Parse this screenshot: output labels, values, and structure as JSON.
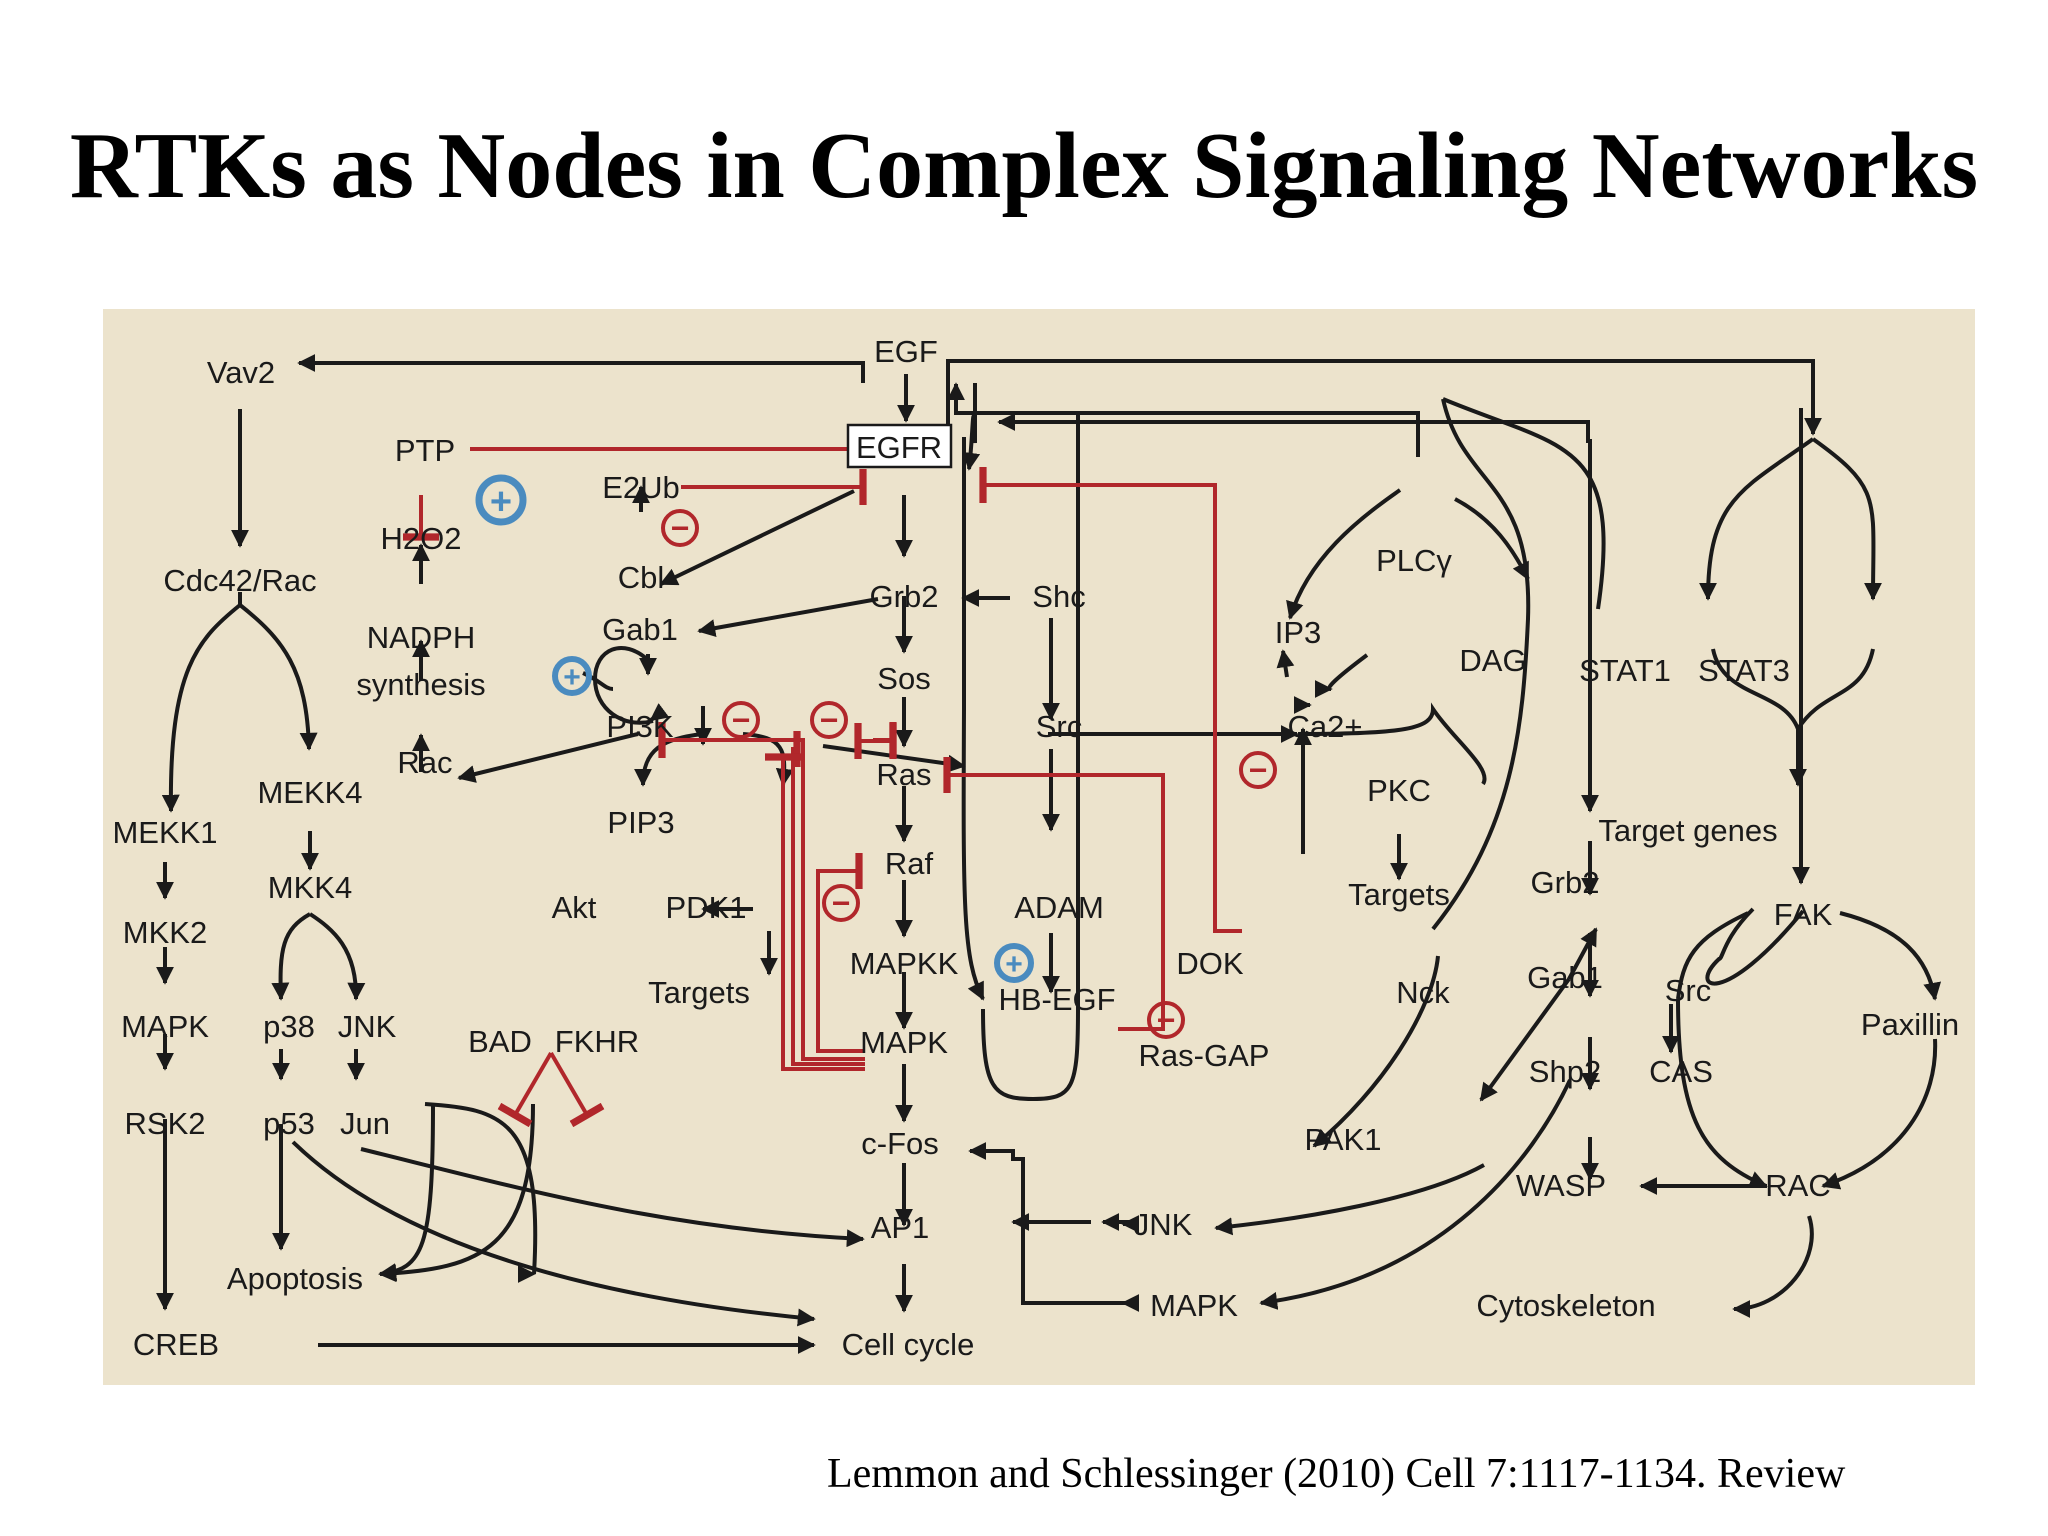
{
  "slide": {
    "title": "RTKs as Nodes in Complex Signaling Networks",
    "citation": "Lemmon and Schlessinger (2010) Cell 7:1117-1134. Review"
  },
  "colors": {
    "activation": "#1a1a1a",
    "inhibition": "#b1272b",
    "positive_feedback": "#4a8bbf",
    "background": "#ece3cc"
  },
  "nodes": {
    "egf": "EGF",
    "egfr": "EGFR",
    "vav2": "Vav2",
    "ptp": "PTP",
    "e2ub": "E2Ub",
    "h2o2": "H2O2",
    "cbl": "Cbl",
    "cdc42_rac": "Cdc42/Rac",
    "nadph": "NADPH",
    "synthesis": "synthesis",
    "gab1": "Gab1",
    "grb2": "Grb2",
    "shc": "Shc",
    "sos": "Sos",
    "plcg": "PLCγ",
    "ip3": "IP3",
    "dag": "DAG",
    "stat1": "STAT1",
    "stat3": "STAT3",
    "pi3k": "PI3K",
    "src": "Src",
    "ca2": "Ca2+",
    "rac": "Rac",
    "mekk4": "MEKK4",
    "ras": "Ras",
    "pkc": "PKC",
    "mekk1": "MEKK1",
    "pip3": "PIP3",
    "target_genes": "Target genes",
    "raf": "Raf",
    "mkk4": "MKK4",
    "akt": "Akt",
    "pdk1": "PDK1",
    "adam": "ADAM",
    "targets_pkc": "Targets",
    "grb2_r": "Grb2",
    "mkk2": "MKK2",
    "fak": "FAK",
    "mapkk": "MAPKK",
    "dok": "DOK",
    "targets_pdk1": "Targets",
    "hbegf": "HB-EGF",
    "gab1_r": "Gab1",
    "nck": "Nck",
    "src_r": "Src",
    "mapk_l": "MAPK",
    "p38": "p38",
    "jnk_l": "JNK",
    "bad": "BAD",
    "fkhr": "FKHR",
    "mapk_c": "MAPK",
    "paxillin": "Paxillin",
    "rasgap": "Ras-GAP",
    "shp2": "Shp2",
    "cas": "CAS",
    "rsk2": "RSK2",
    "p53": "p53",
    "jun": "Jun",
    "cfos": "c-Fos",
    "pak1": "PAK1",
    "wasp": "WASP",
    "rac_r": "RAC",
    "jnk_c": "JNK",
    "ap1": "AP1",
    "apoptosis": "Apoptosis",
    "mapk_b": "MAPK",
    "cytoskeleton": "Cytoskeleton",
    "creb": "CREB",
    "cell_cycle": "Cell cycle"
  },
  "feedback_symbols": {
    "plus": "+",
    "minus": "−"
  }
}
